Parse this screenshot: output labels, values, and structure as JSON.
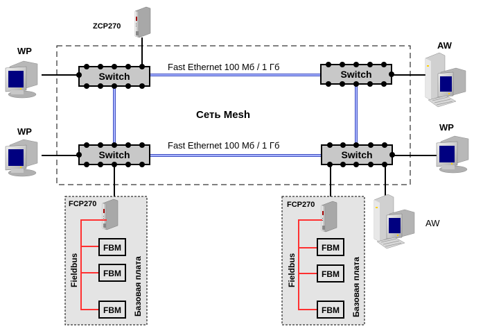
{
  "title": "Сеть Mesh",
  "link_label_top": "Fast Ethernet 100 Мб / 1 Гб",
  "link_label_bottom": "Fast Ethernet 100 Мб / 1 Гб",
  "switches": [
    {
      "id": "sw-top-left",
      "label": "Switch"
    },
    {
      "id": "sw-top-right",
      "label": "Switch"
    },
    {
      "id": "sw-bottom-left",
      "label": "Switch"
    },
    {
      "id": "sw-bottom-right",
      "label": "Switch"
    }
  ],
  "stations": {
    "wp_top_left": "WP",
    "wp_bottom_left": "WP",
    "aw_top_right": "AW",
    "wp_bottom_right": "WP",
    "aw_bottom_right": "AW",
    "zcp": "ZCP270"
  },
  "controllers": [
    {
      "name": "FCP270",
      "bus": "Fieldbus",
      "baseplate": "Базовая плата",
      "modules": [
        "FBM",
        "FBM",
        "FBM"
      ]
    },
    {
      "name": "FCP270",
      "bus": "Fieldbus",
      "baseplate": "Базовая плата",
      "modules": [
        "FBM",
        "FBM",
        "FBM"
      ]
    }
  ],
  "colors": {
    "mesh_link": "#7080e8",
    "fieldbus": "#ff3030",
    "switch_fill": "#c8c8c8",
    "panel_fill": "#e4e4e4",
    "screen": "#000080"
  }
}
